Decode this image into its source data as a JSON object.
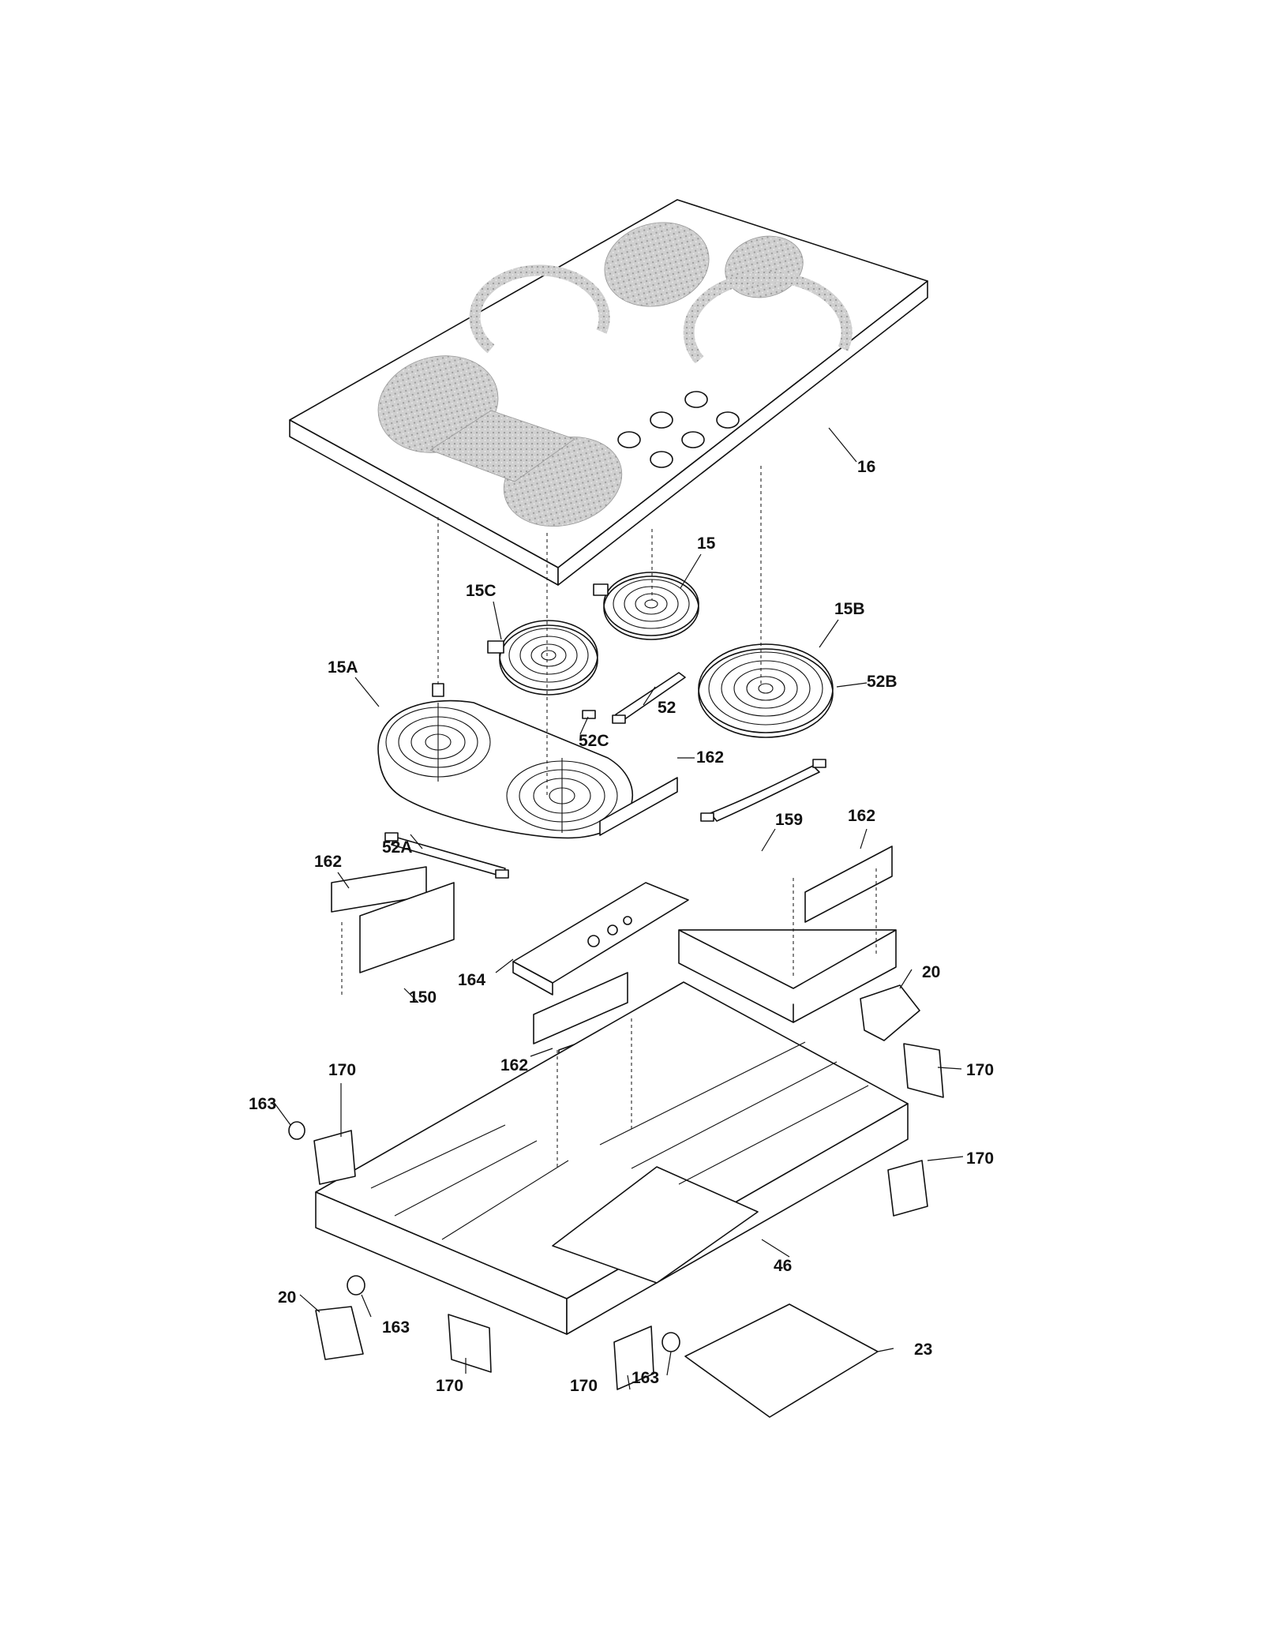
{
  "diagram": {
    "callouts": [
      {
        "id": "16",
        "label": "16"
      },
      {
        "id": "15",
        "label": "15"
      },
      {
        "id": "15C",
        "label": "15C"
      },
      {
        "id": "15B",
        "label": "15B"
      },
      {
        "id": "15A",
        "label": "15A"
      },
      {
        "id": "52",
        "label": "52"
      },
      {
        "id": "52C",
        "label": "52C"
      },
      {
        "id": "52B",
        "label": "52B"
      },
      {
        "id": "162a",
        "label": "162"
      },
      {
        "id": "159",
        "label": "159"
      },
      {
        "id": "162b",
        "label": "162"
      },
      {
        "id": "52A",
        "label": "52A"
      },
      {
        "id": "162c",
        "label": "162"
      },
      {
        "id": "164",
        "label": "164"
      },
      {
        "id": "150",
        "label": "150"
      },
      {
        "id": "20a",
        "label": "20"
      },
      {
        "id": "162d",
        "label": "162"
      },
      {
        "id": "170a",
        "label": "170"
      },
      {
        "id": "170b",
        "label": "170"
      },
      {
        "id": "163a",
        "label": "163"
      },
      {
        "id": "170c",
        "label": "170"
      },
      {
        "id": "46",
        "label": "46"
      },
      {
        "id": "20b",
        "label": "20"
      },
      {
        "id": "163b",
        "label": "163"
      },
      {
        "id": "23",
        "label": "23"
      },
      {
        "id": "170d",
        "label": "170"
      },
      {
        "id": "170e",
        "label": "170"
      },
      {
        "id": "163c",
        "label": "163"
      }
    ]
  }
}
